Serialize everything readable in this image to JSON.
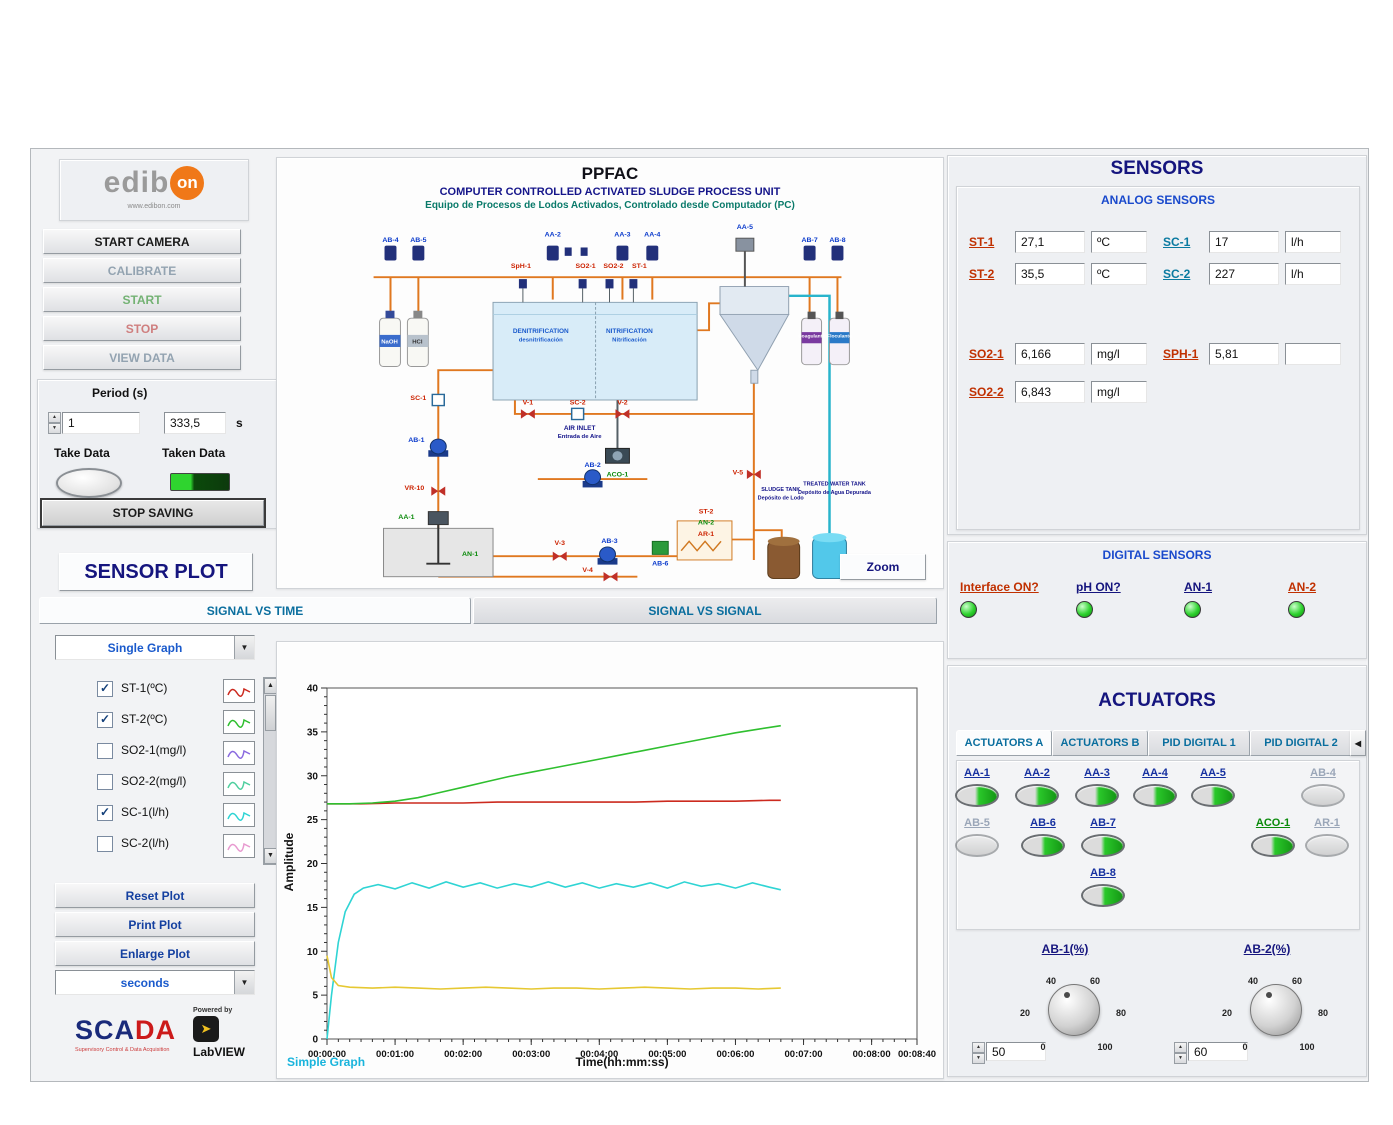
{
  "branding": {
    "logo_edib": "edib",
    "logo_on": "on",
    "logo_site": "www.edibon.com",
    "scada_a": "SCA",
    "scada_b": "DA",
    "scada_sub": "Supervisory Control & Data Acquisition",
    "powered_by": "Powered by",
    "labview": "LabVIEW"
  },
  "controls": {
    "start_camera": "START CAMERA",
    "calibrate": "CALIBRATE",
    "start": "START",
    "stop": "STOP",
    "view_data": "VIEW DATA",
    "period_label": "Period (s)",
    "period_value": "1",
    "elapsed_value": "333,5",
    "elapsed_unit": "s",
    "take_data": "Take Data",
    "taken_data": "Taken Data",
    "stop_saving": "STOP SAVING"
  },
  "plot_panel": {
    "title": "SENSOR PLOT",
    "tabs": [
      "SIGNAL VS TIME",
      "SIGNAL VS SIGNAL"
    ],
    "graph_mode": "Single Graph",
    "channels": [
      {
        "label": "ST-1(ºC)",
        "checked": true,
        "color": "#cc2a1f"
      },
      {
        "label": "ST-2(ºC)",
        "checked": true,
        "color": "#2fbf2f"
      },
      {
        "label": "SO2-1(mg/l)",
        "checked": false,
        "color": "#8a6adf"
      },
      {
        "label": "SO2-2(mg/l)",
        "checked": false,
        "color": "#4fcf9f"
      },
      {
        "label": "SC-1(l/h)",
        "checked": true,
        "color": "#2fd4d4"
      },
      {
        "label": "SC-2(l/h)",
        "checked": false,
        "color": "#e89ad0"
      }
    ],
    "reset": "Reset Plot",
    "print": "Print Plot",
    "enlarge": "Enlarge Plot",
    "time_unit": "seconds",
    "footer": "Simple Graph"
  },
  "diagram": {
    "title": "PPFAC",
    "subtitle_en": "COMPUTER CONTROLLED ACTIVATED SLUDGE PROCESS UNIT",
    "subtitle_es": "Equipo de Procesos de Lodos Activados, Controlado desde Computador (PC)",
    "zoom": "Zoom",
    "labels": [
      {
        "id": "ab4",
        "text": "AB-4",
        "color": "#0a3acc"
      },
      {
        "id": "ab5",
        "text": "AB-5",
        "color": "#0a3acc"
      },
      {
        "id": "aa2",
        "text": "AA-2",
        "color": "#0a3acc"
      },
      {
        "id": "aa3",
        "text": "AA-3",
        "color": "#0a3acc"
      },
      {
        "id": "aa4",
        "text": "AA-4",
        "color": "#0a3acc"
      },
      {
        "id": "aa5",
        "text": "AA-5",
        "color": "#0a3acc"
      },
      {
        "id": "ab7",
        "text": "AB-7",
        "color": "#0a3acc"
      },
      {
        "id": "ab8",
        "text": "AB-8",
        "color": "#0a3acc"
      },
      {
        "id": "sph1",
        "text": "SpH-1",
        "color": "#cc2200"
      },
      {
        "id": "so21",
        "text": "SO2-1",
        "color": "#cc2200"
      },
      {
        "id": "so22",
        "text": "SO2-2",
        "color": "#cc2200"
      },
      {
        "id": "st1",
        "text": "ST-1",
        "color": "#cc2200"
      },
      {
        "id": "naoh",
        "text": "NaOH",
        "color": "#ffffff",
        "size": 6
      },
      {
        "id": "hcl",
        "text": "HCl",
        "color": "#333333",
        "size": 6
      },
      {
        "id": "coag",
        "text": "Coagulante",
        "color": "#ffffff",
        "size": 5
      },
      {
        "id": "floc",
        "text": "Floculante",
        "color": "#ffffff",
        "size": 5
      },
      {
        "id": "denit1",
        "text": "DENITRIFICATION",
        "color": "#1a5acc",
        "size": 6.5
      },
      {
        "id": "denit2",
        "text": "desnitrificación",
        "color": "#1a5acc",
        "size": 6
      },
      {
        "id": "nitr1",
        "text": "NITRIFICATION",
        "color": "#1a5acc",
        "size": 6.5
      },
      {
        "id": "nitr2",
        "text": "Nitrificación",
        "color": "#1a5acc",
        "size": 6
      },
      {
        "id": "sc1",
        "text": "SC-1",
        "color": "#cc2200"
      },
      {
        "id": "v1",
        "text": "V-1",
        "color": "#cc2200"
      },
      {
        "id": "sc2",
        "text": "SC-2",
        "color": "#cc2200"
      },
      {
        "id": "v2",
        "text": "V-2",
        "color": "#cc2200"
      },
      {
        "id": "ab1",
        "text": "AB-1",
        "color": "#0a3acc"
      },
      {
        "id": "air1",
        "text": "AIR INLET",
        "color": "#14148a",
        "size": 6.5
      },
      {
        "id": "air2",
        "text": "Entrada de Aire",
        "color": "#14148a",
        "size": 6
      },
      {
        "id": "aco1",
        "text": "ACO-1",
        "color": "#0a8a0a"
      },
      {
        "id": "ab2",
        "text": "AB-2",
        "color": "#0a3acc"
      },
      {
        "id": "vr10",
        "text": "VR-10",
        "color": "#cc2200"
      },
      {
        "id": "v3",
        "text": "V-3",
        "color": "#cc2200"
      },
      {
        "id": "aa1",
        "text": "AA-1",
        "color": "#0a8a0a"
      },
      {
        "id": "st2",
        "text": "ST-2",
        "color": "#cc2200"
      },
      {
        "id": "an2",
        "text": "AN-2",
        "color": "#0a8a0a"
      },
      {
        "id": "ar1",
        "text": "AR-1",
        "color": "#cc2200"
      },
      {
        "id": "ab6",
        "text": "AB-6",
        "color": "#0a3acc"
      },
      {
        "id": "ab3",
        "text": "AB-3",
        "color": "#0a3acc"
      },
      {
        "id": "an1",
        "text": "AN-1",
        "color": "#0a8a0a"
      },
      {
        "id": "v4",
        "text": "V-4",
        "color": "#cc2200"
      },
      {
        "id": "v5",
        "text": "V-5",
        "color": "#cc2200"
      },
      {
        "id": "sludge1",
        "text": "SLUDGE TANK",
        "color": "#14148a",
        "size": 5.5
      },
      {
        "id": "sludge2",
        "text": "Depósito de Lodo",
        "color": "#14148a",
        "size": 5.5
      },
      {
        "id": "treat1",
        "text": "TREATED WATER TANK",
        "color": "#14148a",
        "size": 5.5
      },
      {
        "id": "treat2",
        "text": "Depósito de Agua Depurada",
        "color": "#14148a",
        "size": 5.5
      }
    ]
  },
  "sensors": {
    "title": "SENSORS",
    "analog_title": "ANALOG SENSORS",
    "analog_left": [
      {
        "name": "ST-1",
        "value": "27,1",
        "unit": "ºC",
        "color": "#c03000"
      },
      {
        "name": "ST-2",
        "value": "35,5",
        "unit": "ºC",
        "color": "#c03000"
      },
      {
        "name": "SO2-1",
        "value": "6,166",
        "unit": "mg/l",
        "color": "#c03000"
      },
      {
        "name": "SO2-2",
        "value": "6,843",
        "unit": "mg/l",
        "color": "#c03000"
      }
    ],
    "analog_right": [
      {
        "name": "SC-1",
        "value": "17",
        "unit": "l/h",
        "color": "#0a7aa0"
      },
      {
        "name": "SC-2",
        "value": "227",
        "unit": "l/h",
        "color": "#0a7aa0"
      },
      {
        "name": "SPH-1",
        "value": "5,81",
        "unit": "",
        "color": "#c03000"
      }
    ],
    "digital_title": "DIGITAL SENSORS",
    "digital": [
      {
        "name": "Interface ON?",
        "on": true,
        "color": "#c03000"
      },
      {
        "name": "pH ON?",
        "on": true,
        "color": "#15157e"
      },
      {
        "name": "AN-1",
        "on": true,
        "color": "#15157e"
      },
      {
        "name": "AN-2",
        "on": true,
        "color": "#c03000"
      }
    ]
  },
  "actuators": {
    "title": "ACTUATORS",
    "tabs": [
      "ACTUATORS A",
      "ACTUATORS B",
      "PID DIGITAL 1",
      "PID DIGITAL 2"
    ],
    "active_tab": 0,
    "switches": [
      {
        "name": "AA-1",
        "on": true,
        "enabled": true
      },
      {
        "name": "AA-2",
        "on": true,
        "enabled": true
      },
      {
        "name": "AA-3",
        "on": true,
        "enabled": true
      },
      {
        "name": "AA-4",
        "on": true,
        "enabled": true
      },
      {
        "name": "AA-5",
        "on": true,
        "enabled": true
      },
      {
        "name": "AB-4",
        "on": false,
        "enabled": false
      },
      {
        "name": "AB-5",
        "on": false,
        "enabled": false
      },
      {
        "name": "AB-6",
        "on": true,
        "enabled": true
      },
      {
        "name": "AB-7",
        "on": true,
        "enabled": true
      },
      {
        "name": "ACO-1",
        "on": true,
        "enabled": true,
        "color": "#0a8a0a"
      },
      {
        "name": "AR-1",
        "on": false,
        "enabled": false
      },
      {
        "name": "AB-8",
        "on": true,
        "enabled": true
      }
    ],
    "knobs": [
      {
        "name": "AB-1(%)",
        "value": "50",
        "ticks": [
          "0",
          "20",
          "40",
          "60",
          "80",
          "100"
        ]
      },
      {
        "name": "AB-2(%)",
        "value": "60",
        "ticks": [
          "0",
          "20",
          "40",
          "60",
          "80",
          "100"
        ]
      }
    ]
  },
  "chart_data": {
    "type": "line",
    "xlabel": "Time(hh:mm:ss)",
    "ylabel": "Amplitude",
    "xlim_seconds": [
      0,
      520
    ],
    "ylim": [
      0,
      40
    ],
    "grid": false,
    "legend_position": "none",
    "x_major_ticks": [
      0,
      60,
      120,
      180,
      240,
      300,
      360,
      420,
      480,
      520
    ],
    "x_tick_labels": [
      "00:00:00",
      "00:01:00",
      "00:02:00",
      "00:03:00",
      "00:04:00",
      "00:05:00",
      "00:06:00",
      "00:07:00",
      "00:08:00",
      "00:08:40"
    ],
    "y_major_step": 5,
    "series": [
      {
        "name": "ST-1",
        "color": "#cc2a1f",
        "points": [
          [
            0,
            26.8
          ],
          [
            30,
            26.8
          ],
          [
            60,
            26.9
          ],
          [
            90,
            26.9
          ],
          [
            120,
            26.9
          ],
          [
            150,
            27.0
          ],
          [
            180,
            27.0
          ],
          [
            210,
            27.0
          ],
          [
            240,
            27.0
          ],
          [
            270,
            27.0
          ],
          [
            300,
            27.1
          ],
          [
            330,
            27.1
          ],
          [
            360,
            27.1
          ],
          [
            390,
            27.2
          ],
          [
            400,
            27.2
          ]
        ]
      },
      {
        "name": "ST-2",
        "color": "#2fbf2f",
        "points": [
          [
            0,
            26.8
          ],
          [
            20,
            26.8
          ],
          [
            40,
            26.9
          ],
          [
            60,
            27.1
          ],
          [
            80,
            27.5
          ],
          [
            100,
            28.1
          ],
          [
            120,
            28.7
          ],
          [
            140,
            29.3
          ],
          [
            160,
            29.9
          ],
          [
            180,
            30.4
          ],
          [
            200,
            30.9
          ],
          [
            220,
            31.4
          ],
          [
            240,
            31.9
          ],
          [
            260,
            32.4
          ],
          [
            280,
            32.9
          ],
          [
            300,
            33.4
          ],
          [
            320,
            33.9
          ],
          [
            340,
            34.4
          ],
          [
            360,
            34.9
          ],
          [
            380,
            35.3
          ],
          [
            400,
            35.7
          ]
        ]
      },
      {
        "name": "SC-1",
        "color": "#2fd4d4",
        "points": [
          [
            0,
            0
          ],
          [
            4,
            5
          ],
          [
            10,
            11
          ],
          [
            16,
            14.5
          ],
          [
            24,
            16.5
          ],
          [
            32,
            17.2
          ],
          [
            45,
            17.6
          ],
          [
            60,
            17.1
          ],
          [
            75,
            17.8
          ],
          [
            90,
            17.2
          ],
          [
            105,
            17.9
          ],
          [
            120,
            17.3
          ],
          [
            135,
            17.8
          ],
          [
            150,
            17.2
          ],
          [
            165,
            17.7
          ],
          [
            180,
            17.3
          ],
          [
            195,
            17.9
          ],
          [
            210,
            17.3
          ],
          [
            225,
            17.8
          ],
          [
            240,
            17.2
          ],
          [
            255,
            17.7
          ],
          [
            270,
            17.3
          ],
          [
            285,
            17.8
          ],
          [
            300,
            17.2
          ],
          [
            315,
            17.9
          ],
          [
            330,
            17.4
          ],
          [
            345,
            17.7
          ],
          [
            360,
            17.2
          ],
          [
            375,
            17.8
          ],
          [
            390,
            17.3
          ],
          [
            400,
            17.0
          ]
        ]
      },
      {
        "name": "SPH-1",
        "color": "#e6c832",
        "points": [
          [
            0,
            9.5
          ],
          [
            4,
            7.0
          ],
          [
            10,
            6.1
          ],
          [
            20,
            5.9
          ],
          [
            40,
            5.8
          ],
          [
            60,
            5.9
          ],
          [
            80,
            5.8
          ],
          [
            100,
            5.7
          ],
          [
            120,
            5.8
          ],
          [
            140,
            5.9
          ],
          [
            160,
            5.8
          ],
          [
            180,
            5.7
          ],
          [
            200,
            5.8
          ],
          [
            220,
            5.8
          ],
          [
            240,
            5.7
          ],
          [
            260,
            5.8
          ],
          [
            280,
            5.9
          ],
          [
            300,
            5.8
          ],
          [
            320,
            5.7
          ],
          [
            340,
            5.8
          ],
          [
            360,
            5.8
          ],
          [
            380,
            5.7
          ],
          [
            400,
            5.8
          ]
        ]
      }
    ]
  }
}
